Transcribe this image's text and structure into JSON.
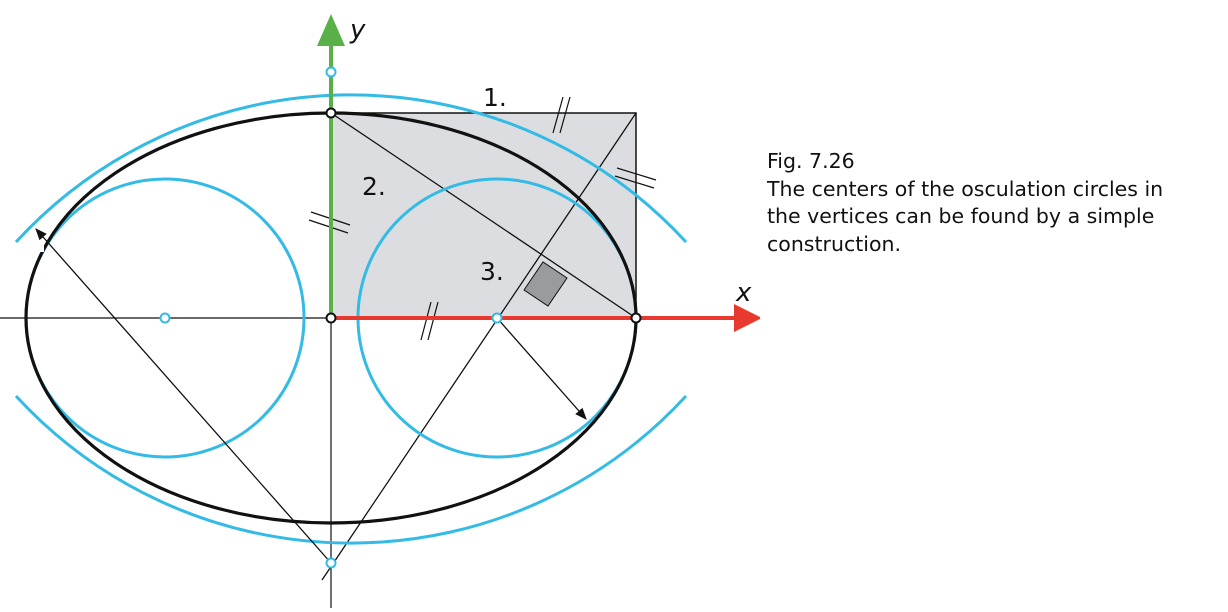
{
  "caption": {
    "figure_number": "Fig. 7.26",
    "lines": [
      "The centers of the osculation circles in",
      "the vertices can be found by a simple",
      "construction."
    ]
  },
  "labels": {
    "x_axis": "x",
    "y_axis": "y",
    "step_1": "1.",
    "step_2": "2.",
    "step_3": "3."
  },
  "colors": {
    "ellipse": "#111111",
    "osculating": "#33bbe6",
    "x_axis": "#e8392e",
    "y_axis": "#5ab048",
    "rectangle_fill": "#dcdde0"
  }
}
